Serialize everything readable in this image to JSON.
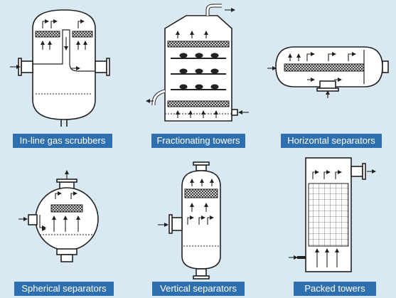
{
  "colors": {
    "background": "#d9e9f4",
    "vessel_fill": "#ffffff",
    "outline": "#222222",
    "mesh": "#555555",
    "label_background": "#2e6fb0",
    "label_text": "#ffffff"
  },
  "labels": {
    "inline_gas_scrubbers": "In-line gas scrubbers",
    "fractionating_towers": "Fractionating towers",
    "horizontal_separators": "Horizontal separators",
    "spherical_separators": "Spherical separators",
    "vertical_separators": "Vertical separators",
    "packed_towers": "Packed towers"
  },
  "icons": [
    "arrow-icon",
    "mesh-pad-icon",
    "bubble-cap-tray-icon",
    "packing-grid-icon"
  ]
}
